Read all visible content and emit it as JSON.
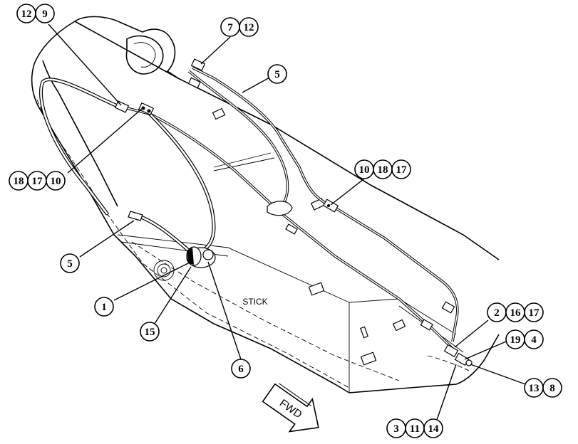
{
  "diagram": {
    "body_label": "STICK",
    "direction_label": "FWD",
    "callouts": [
      {
        "id": "c1",
        "numbers": [
          "12",
          "9"
        ]
      },
      {
        "id": "c2",
        "numbers": [
          "7",
          "12"
        ]
      },
      {
        "id": "c3",
        "numbers": [
          "5"
        ]
      },
      {
        "id": "c4",
        "numbers": [
          "18",
          "17",
          "10"
        ]
      },
      {
        "id": "c5",
        "numbers": [
          "10",
          "18",
          "17"
        ]
      },
      {
        "id": "c6",
        "numbers": [
          "5"
        ]
      },
      {
        "id": "c7",
        "numbers": [
          "1"
        ]
      },
      {
        "id": "c8",
        "numbers": [
          "15"
        ]
      },
      {
        "id": "c9",
        "numbers": [
          "6"
        ]
      },
      {
        "id": "c10",
        "numbers": [
          "2",
          "16",
          "17"
        ]
      },
      {
        "id": "c11",
        "numbers": [
          "19",
          "4"
        ]
      },
      {
        "id": "c12",
        "numbers": [
          "13",
          "8"
        ]
      },
      {
        "id": "c13",
        "numbers": [
          "3",
          "11",
          "14"
        ]
      }
    ]
  }
}
